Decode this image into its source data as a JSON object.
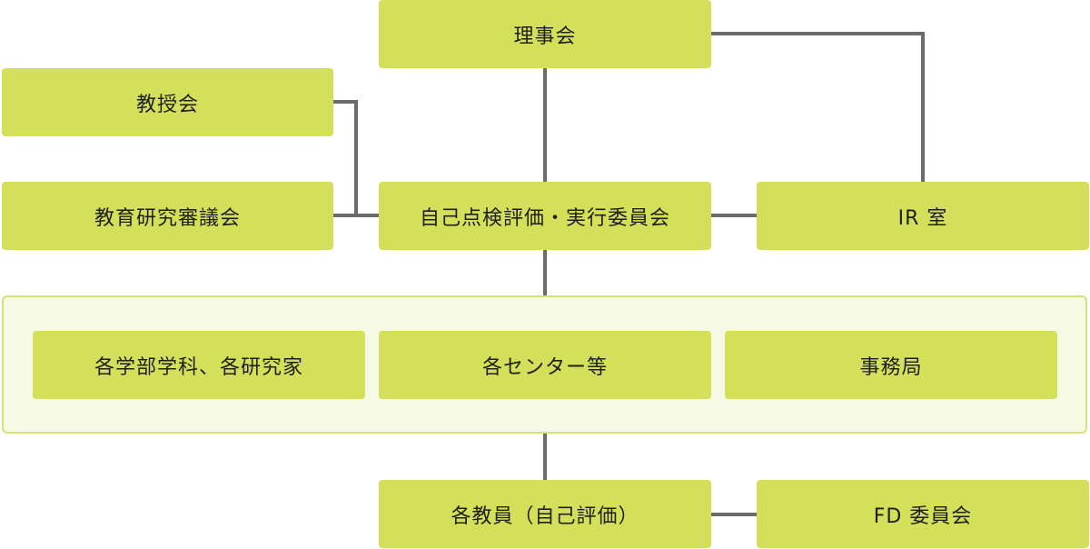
{
  "nodes": {
    "board": "理事会",
    "faculty_council": "教授会",
    "education_research_council": "教育研究審議会",
    "self_evaluation_committee": "自己点検評価・実行委員会",
    "ir_office": "IR 室",
    "departments": "各学部学科、各研究家",
    "centers": "各センター等",
    "secretariat": "事務局",
    "faculty_members": "各教員（自己評価）",
    "fd_committee": "FD 委員会"
  },
  "colors": {
    "node_fill": "#d5e05a",
    "group_fill": "#f6f9e4",
    "group_border": "#d6e27a",
    "connector": "#6b6b6b"
  }
}
